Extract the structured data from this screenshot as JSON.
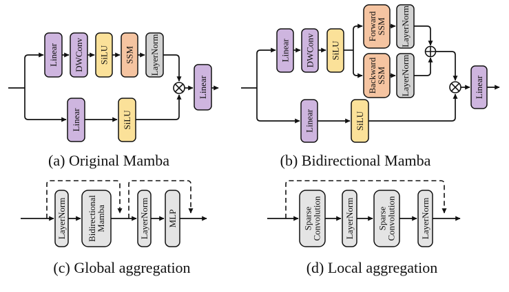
{
  "colors": {
    "purple": "#CEB5DF",
    "yellow": "#FBE199",
    "orange": "#F5C4A1",
    "gray": "#D2D2D2",
    "light_gray": "#E4E4E4",
    "line": "#111111",
    "background": "#FFFFFF"
  },
  "panel_a": {
    "caption": "(a) Original Mamba",
    "blocks": {
      "linear_top": "Linear",
      "dwconv": "DWConv",
      "silu_top": "SiLU",
      "ssm": "SSM",
      "layernorm": "LayerNorm",
      "linear_gate": "Linear",
      "silu_gate": "SiLU",
      "linear_out": "Linear"
    },
    "operators": {
      "multiply": "⊗"
    }
  },
  "panel_b": {
    "caption": "(b) Bidirectional Mamba",
    "blocks": {
      "linear_top": "Linear",
      "dwconv": "DWConv",
      "silu_top": "SiLU",
      "forward_ssm": {
        "line1": "Forward",
        "line2": "SSM"
      },
      "layernorm_fwd": "LayerNorm",
      "backward_ssm": {
        "line1": "Backward",
        "line2": "SSM"
      },
      "layernorm_bwd": "LayerNorm",
      "linear_gate": "Linear",
      "silu_gate": "SiLU",
      "linear_out": "Linear"
    },
    "operators": {
      "add": "⊕",
      "multiply": "⊗"
    }
  },
  "panel_c": {
    "caption": "(c) Global aggregation",
    "blocks": {
      "layernorm_1": "LayerNorm",
      "bidirectional_mamba": {
        "line1": "Bidirectional",
        "line2": "Mamba"
      },
      "layernorm_2": "LayerNorm",
      "mlp": "MLP"
    }
  },
  "panel_d": {
    "caption": "(d) Local aggregation",
    "blocks": {
      "sparse_conv_1": {
        "line1": "Sparse",
        "line2": "Convolution"
      },
      "layernorm_1": "LayerNorm",
      "sparse_conv_2": {
        "line1": "Sparse",
        "line2": "Convolution"
      },
      "layernorm_2": "LayerNorm"
    }
  }
}
